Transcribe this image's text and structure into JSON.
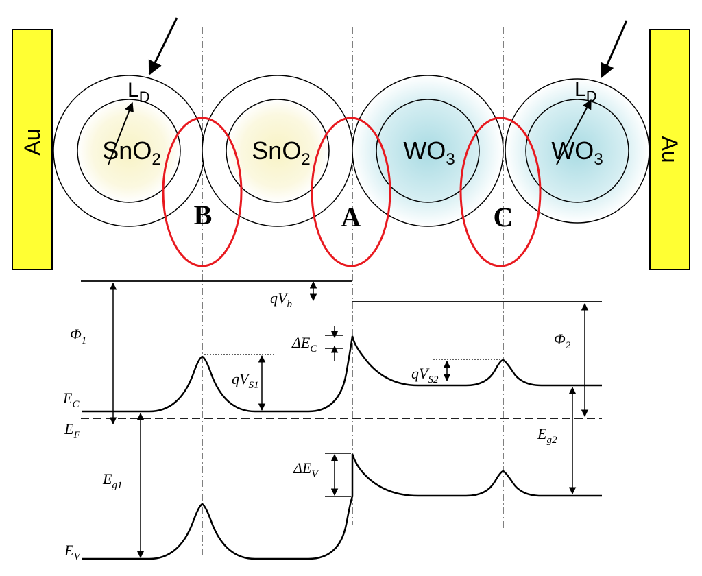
{
  "colors": {
    "electrode": "#ffff33",
    "sno2_core": "#fbf7d2",
    "wo3_core": "#cbe9ee",
    "boundary_ellipse": "#e8191f",
    "line": "#000000"
  },
  "electrodes": {
    "left": "Au",
    "right": "Au"
  },
  "grains": [
    {
      "base": "SnO",
      "sub": "2"
    },
    {
      "base": "SnO",
      "sub": "2"
    },
    {
      "base": "WO",
      "sub": "3"
    },
    {
      "base": "WO",
      "sub": "3"
    }
  ],
  "debye_length": {
    "base": "L",
    "sub": "D"
  },
  "boundaries": {
    "b": "B",
    "a": "A",
    "c": "C"
  },
  "energy_labels": {
    "ec": {
      "base": "E",
      "sub": "C"
    },
    "ef": {
      "base": "E",
      "sub": "F"
    },
    "ev": {
      "base": "E",
      "sub": "V"
    },
    "phi1": {
      "base": "Φ",
      "sub": "1"
    },
    "phi2": {
      "base": "Φ",
      "sub": "2"
    },
    "qvb": {
      "base": "qV",
      "sub": "b"
    },
    "qvs1": {
      "base": "qV",
      "sub": "S1"
    },
    "qvs2": {
      "base": "qV",
      "sub": "S2"
    },
    "dec": {
      "base": "ΔE",
      "sub": "C"
    },
    "dev": {
      "base": "ΔE",
      "sub": "V"
    },
    "eg1": {
      "base": "E",
      "sub": "g1"
    },
    "eg2": {
      "base": "E",
      "sub": "g2"
    }
  }
}
